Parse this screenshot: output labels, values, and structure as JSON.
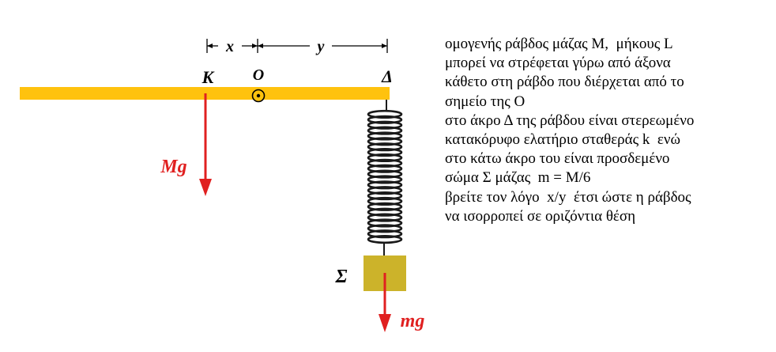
{
  "diagram": {
    "labels": {
      "x": "x",
      "y": "y",
      "point_K": "K",
      "point_O": "O",
      "point_D": "Δ",
      "force_rod": "Mg",
      "body": "Σ",
      "force_body": "mg"
    },
    "colors": {
      "rod": "#ffc20e",
      "force_arrow": "#e02020",
      "force_label": "#e02020",
      "body_block": "#ccb32a",
      "spring": "#1a1a1a",
      "text": "#000000"
    },
    "icons": {
      "pivot": "axis-out-of-page-icon"
    }
  },
  "problem_text": {
    "lines": [
      "ομογενής ράβδος μάζας Μ,  μήκους L",
      "μπορεί να στρέφεται γύρω από άξονα",
      "κάθετο στη ράβδο που διέρχεται από το",
      "σημείο της Ο",
      "στο άκρο Δ της ράβδου είναι στερεωμένο",
      "κατακόρυφο ελατήριο σταθεράς k  ενώ",
      "στο κάτω άκρο του είναι προσδεμένο",
      "σώμα Σ μάζας  m = M/6",
      "βρείτε τον λόγο  x/y  έτσι ώστε η ράβδος",
      "να ισορροπεί σε οριζόντια θέση"
    ]
  }
}
